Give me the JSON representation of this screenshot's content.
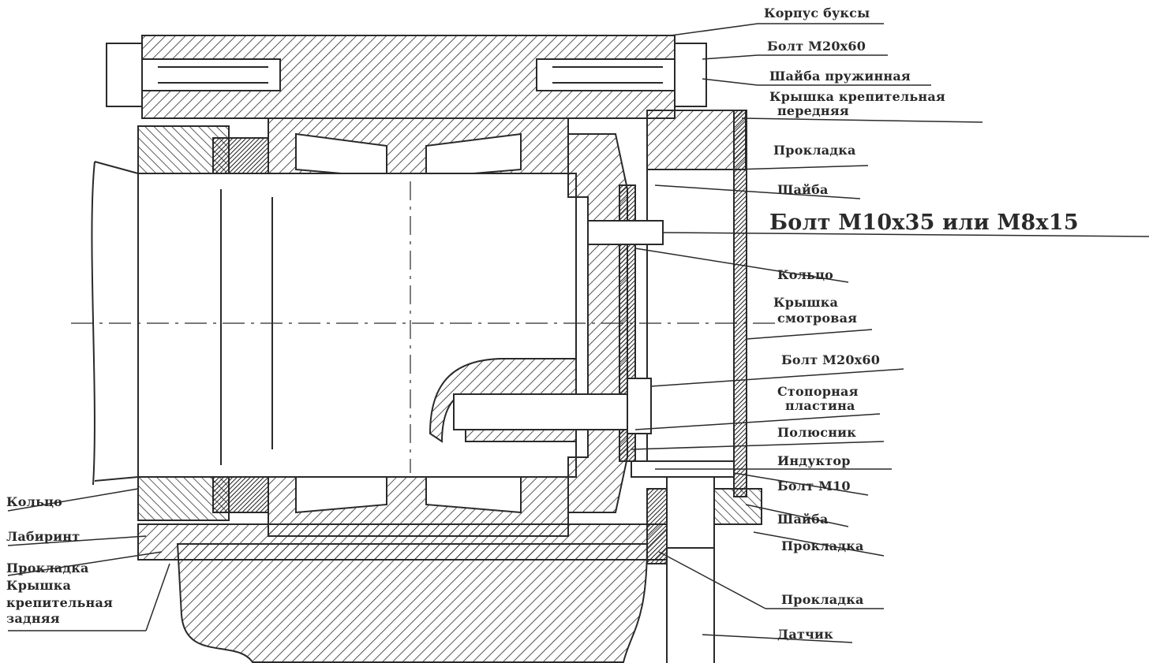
{
  "labels": {
    "korpus_buksy": "Корпус буксы",
    "bolt_m20x60_top": "Болт М20х60",
    "shaiba_pruzhinnaya": "Шайба пружинная",
    "kryshka_krepitelnaya_1": "Крышка крепительная",
    "kryshka_krepitelnaya_2": "передняя",
    "prokladka_top": "Прокладка",
    "shaiba_top": "Шайба",
    "bolt_m10x35": "Болт М10х35 или М8х15",
    "koltso_right": "Кольцо",
    "kryshka_smotrovaya_1": "Крышка",
    "kryshka_smotrovaya_2": "смотровая",
    "bolt_m20x60_mid": "Болт М20х60",
    "stopornaya_plastina_1": "Стопорная",
    "stopornaya_plastina_2": "пластина",
    "polyusnik": "Полюсник",
    "induktor": "Индуктор",
    "bolt_m10": "Болт М10",
    "shaiba_bottom": "Шайба",
    "prokladka_right_1": "Прокладка",
    "prokladka_right_2": "Прокладка",
    "datchik": "Датчик",
    "koltso_left": "Кольцо",
    "labirint": "Лабиринт",
    "prokladka_left": "Прокладка",
    "kryshka_zadnyaya_1": "Крышка",
    "kryshka_zadnyaya_2": "крепительная",
    "kryshka_zadnyaya_3": "задняя"
  },
  "colors": {
    "ink": "#2a2a2a",
    "paper": "#ffffff"
  }
}
